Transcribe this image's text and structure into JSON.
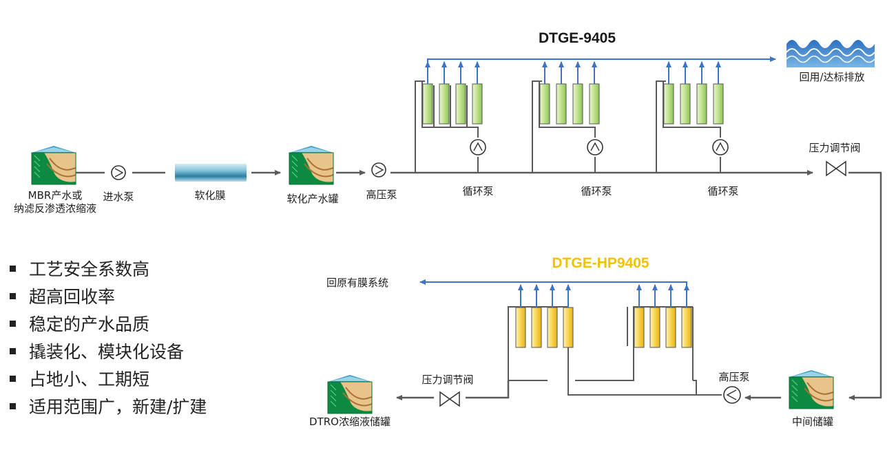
{
  "system1": {
    "title": "DTGE-9405",
    "title_color": "#1a1a1a",
    "membrane_color": "#c9e59a",
    "pump_label_1": "循环泵",
    "pump_label_2": "循环泵",
    "pump_label_3": "循环泵"
  },
  "system2": {
    "title": "DTGE-HP9405",
    "title_color": "#f2c200",
    "membrane_color": "#f7d24a"
  },
  "labels": {
    "source_line1": "MBR产水或",
    "source_line2": "纳滤反渗透浓缩液",
    "feed_pump": "进水泵",
    "softening_membrane": "软化膜",
    "softened_tank": "软化产水罐",
    "hp_pump_1": "高压泵",
    "valve_1": "压力调节阀",
    "reuse_discharge": "回用/达标排放",
    "intermediate_tank": "中间储罐",
    "hp_pump_2": "高压泵",
    "valve_2": "压力调节阀",
    "return_to_system": "回原有膜系统",
    "concentrate_tank": "DTRO浓缩液储罐"
  },
  "features": [
    "工艺安全系数高",
    "超高回收率",
    "稳定的产水品质",
    "撬装化、模块化设备",
    "占地小、工期短",
    "适用范围广，新建/扩建"
  ],
  "colors": {
    "process_line": "#5a5a5a",
    "permeate_line": "#3b74c4",
    "tank_green": "#0c8a42"
  }
}
